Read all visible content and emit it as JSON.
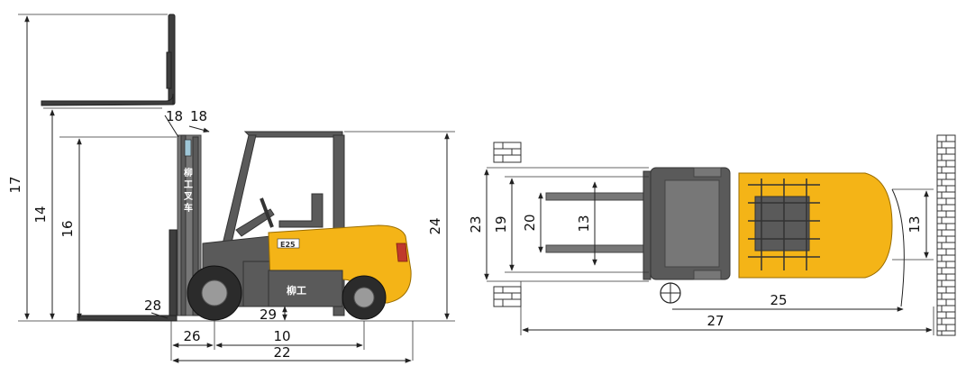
{
  "side_view": {
    "dims": {
      "d17": "17",
      "d14": "14",
      "d16": "16",
      "d24": "24",
      "d18a": "18",
      "d18b": "18",
      "d28": "28",
      "d29": "29",
      "d26": "26",
      "d10": "10",
      "d22": "22"
    },
    "logo": "柳工",
    "mast_text": "柳工叉车",
    "badge": "E25"
  },
  "top_view": {
    "dims": {
      "d23": "23",
      "d19": "19",
      "d20": "20",
      "d13a": "13",
      "d13b": "13",
      "d25": "25",
      "d27": "27"
    }
  },
  "colors": {
    "body_yellow": "#f4b417",
    "body_grey": "#5a5a5a",
    "fork": "#3e3e3e"
  }
}
